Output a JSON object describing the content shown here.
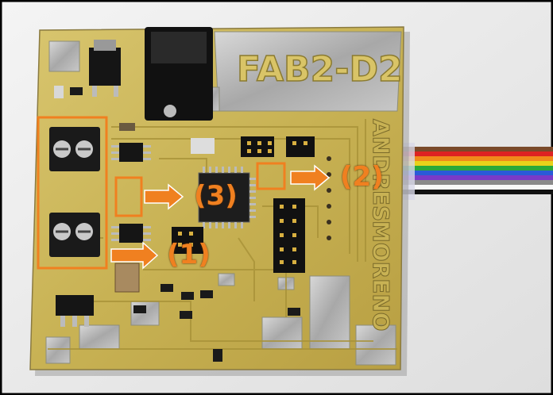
{
  "board": {
    "title": "FAB2-D2",
    "vertical_name_1": "ANDRES",
    "vertical_name_2": "MORENO"
  },
  "annotations": [
    {
      "label": "(1)"
    },
    {
      "label": "(2)"
    },
    {
      "label": "(3)"
    }
  ],
  "colors": {
    "highlight": "#f08020",
    "board": "#c9b35a",
    "background": "#ffffff"
  }
}
